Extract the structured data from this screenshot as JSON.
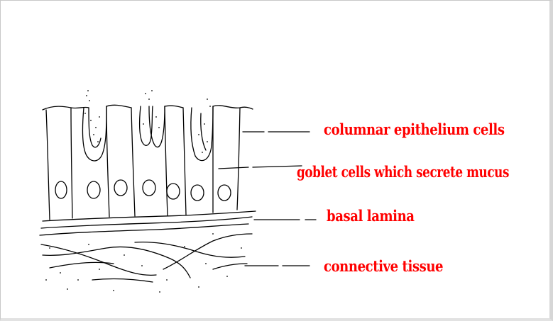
{
  "labels": {
    "columnar": "columnar epithelium cells",
    "goblet": "goblet cells which secrete mucus",
    "basal": "basal lamina",
    "connective": "connective tissue"
  },
  "colors": {
    "label_text": "#ff0000",
    "line_art": "#000000",
    "background": "#ffffff"
  }
}
